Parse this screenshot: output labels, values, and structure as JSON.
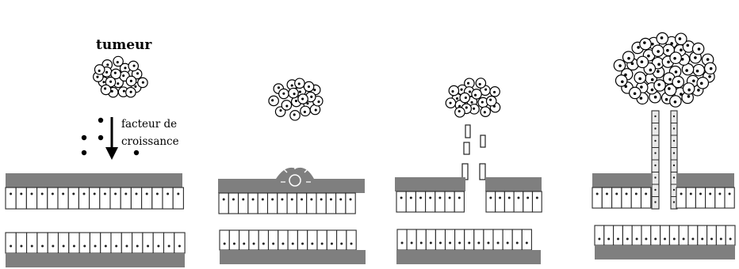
{
  "labels": {
    "tumor": "tumeur",
    "growth_factor_line1": "facteur de",
    "growth_factor_line2": "croissance"
  },
  "colors": {
    "stroma": "#7f7f7f",
    "cell_border": "#2a2a2a",
    "cell_fill": "#ffffff",
    "nucleus": "#222222",
    "ink": "#000000",
    "sprout": "#eaeaea"
  },
  "stages": [
    {
      "name": "stage-1-growth-factor-release"
    },
    {
      "name": "stage-2-membrane-degradation"
    },
    {
      "name": "stage-3-endothelial-migration"
    },
    {
      "name": "stage-4-vascularized-tumor"
    }
  ]
}
